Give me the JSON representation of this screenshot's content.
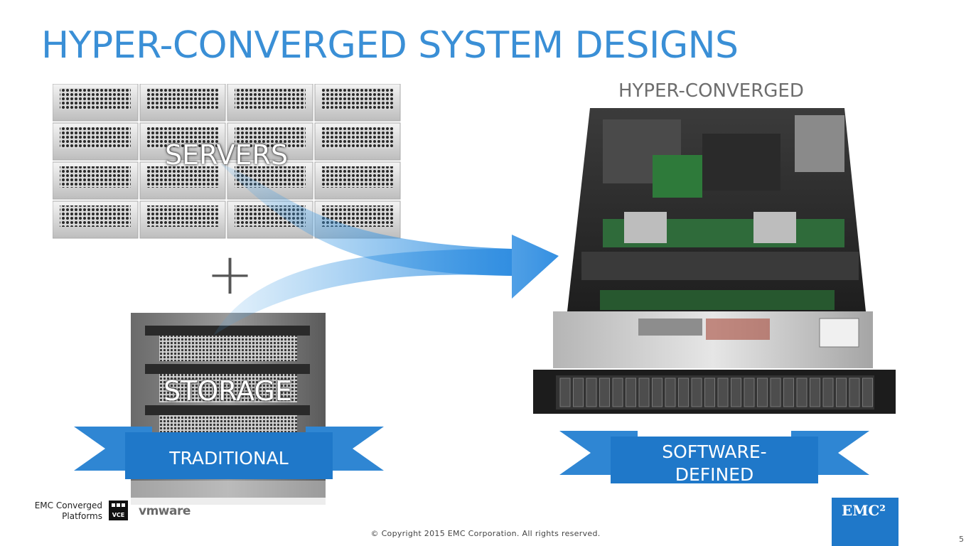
{
  "slide": {
    "title": "HYPER-CONVERGED SYSTEM DESIGNS",
    "hyper_converged_label": "HYPER-CONVERGED",
    "servers_label": "SERVERS",
    "plus_sign": "+",
    "storage_label": "STORAGE",
    "traditional_ribbon": "TRADITIONAL",
    "software_ribbon_line1": "SOFTWARE-",
    "software_ribbon_line2": "DEFINED",
    "page_number": "5"
  },
  "footer": {
    "copyright": "© Copyright 2015 EMC Corporation. All rights reserved.",
    "emc_converged_line1": "EMC Converged",
    "emc_converged_line2": "Platforms",
    "vce_logo": "VCE",
    "vmware_logo": "vmware",
    "emc_logo": "EMC²"
  },
  "colors": {
    "title_blue": "#3a8fd6",
    "ribbon_blue": "#1f78c9",
    "arrow_blue": "#4aa3e6"
  },
  "icons": [
    "plus-icon",
    "curved-arrow-icon",
    "server-grid-image",
    "storage-rack-image",
    "server-chassis-image"
  ]
}
